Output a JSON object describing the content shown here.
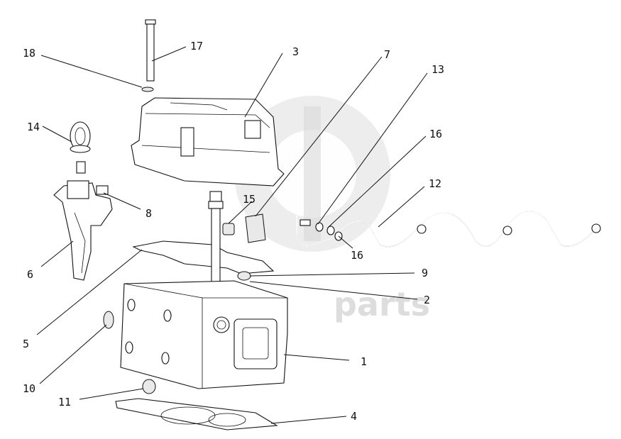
{
  "diagram": {
    "callouts": [
      {
        "id": "1",
        "text": "1"
      },
      {
        "id": "2",
        "text": "2"
      },
      {
        "id": "3",
        "text": "3"
      },
      {
        "id": "4",
        "text": "4"
      },
      {
        "id": "5",
        "text": "5"
      },
      {
        "id": "6",
        "text": "6"
      },
      {
        "id": "7",
        "text": "7"
      },
      {
        "id": "8",
        "text": "8"
      },
      {
        "id": "9",
        "text": "9"
      },
      {
        "id": "10",
        "text": "10"
      },
      {
        "id": "11",
        "text": "11"
      },
      {
        "id": "12",
        "text": "12"
      },
      {
        "id": "13",
        "text": "13"
      },
      {
        "id": "15",
        "text": "15"
      },
      {
        "id": "14",
        "text": "14"
      },
      {
        "id": "16a",
        "text": "16"
      },
      {
        "id": "16b",
        "text": "16"
      },
      {
        "id": "17",
        "text": "17"
      },
      {
        "id": "18",
        "text": "18"
      }
    ],
    "watermark": "parts"
  }
}
